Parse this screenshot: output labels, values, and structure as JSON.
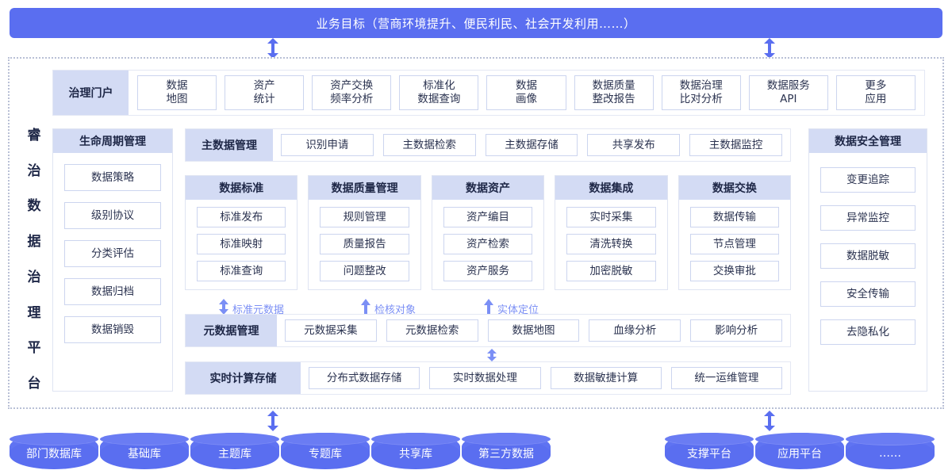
{
  "banner": {
    "text": "业务目标（营商环境提升、便民利民、社会开发利用……）"
  },
  "platform": {
    "vertical_title_chars": [
      "睿",
      "治",
      "数",
      "据",
      "治",
      "理",
      "平",
      "台"
    ]
  },
  "portal": {
    "head": "治理门户",
    "items": [
      "数据\n地图",
      "资产\n统计",
      "资产交换\n频率分析",
      "标准化\n数据查询",
      "数据\n画像",
      "数据质量\n整改报告",
      "数据治理\n比对分析",
      "数据服务\nAPI",
      "更多\n应用"
    ]
  },
  "lifecycle": {
    "head": "生命周期管理",
    "items": [
      "数据策略",
      "级别协议",
      "分类评估",
      "数据归档",
      "数据销毁"
    ]
  },
  "master_data": {
    "head": "主数据管理",
    "items": [
      "识别申请",
      "主数据检索",
      "主数据存储",
      "共享发布",
      "主数据监控"
    ]
  },
  "domain_columns": [
    {
      "head": "数据标准",
      "items": [
        "标准发布",
        "标准映射",
        "标准查询"
      ]
    },
    {
      "head": "数据质量管理",
      "items": [
        "规则管理",
        "质量报告",
        "问题整改"
      ]
    },
    {
      "head": "数据资产",
      "items": [
        "资产编目",
        "资产检索",
        "资产服务"
      ]
    },
    {
      "head": "数据集成",
      "items": [
        "实时采集",
        "清洗转换",
        "加密脱敏"
      ]
    },
    {
      "head": "数据交换",
      "items": [
        "数据传输",
        "节点管理",
        "交换审批"
      ]
    }
  ],
  "annotations": [
    {
      "label": "标准元数据",
      "arrow": "double"
    },
    {
      "label": "检核对象",
      "arrow": "up"
    },
    {
      "label": "实体定位",
      "arrow": "up"
    }
  ],
  "metadata": {
    "head": "元数据管理",
    "items": [
      "元数据采集",
      "元数据检索",
      "数据地图",
      "血缘分析",
      "影响分析"
    ]
  },
  "realtime": {
    "head": "实时计算存储",
    "items": [
      "分布式数据存储",
      "实时数据处理",
      "数据敏捷计算",
      "统一运维管理"
    ]
  },
  "security": {
    "head": "数据安全管理",
    "items": [
      "变更追踪",
      "异常监控",
      "数据脱敏",
      "安全传输",
      "去隐私化"
    ]
  },
  "sources_left": [
    "部门数据库",
    "基础库",
    "主题库",
    "专题库",
    "共享库",
    "第三方数据"
  ],
  "sources_right": [
    "支撑平台",
    "应用平台",
    "……"
  ],
  "colors": {
    "brand": "#5a6ef0",
    "head_bg": "#d3dbf4",
    "tile_border": "#ccd5ef",
    "annot": "#7b8ff5",
    "frame_border": "#b9c0d6"
  }
}
